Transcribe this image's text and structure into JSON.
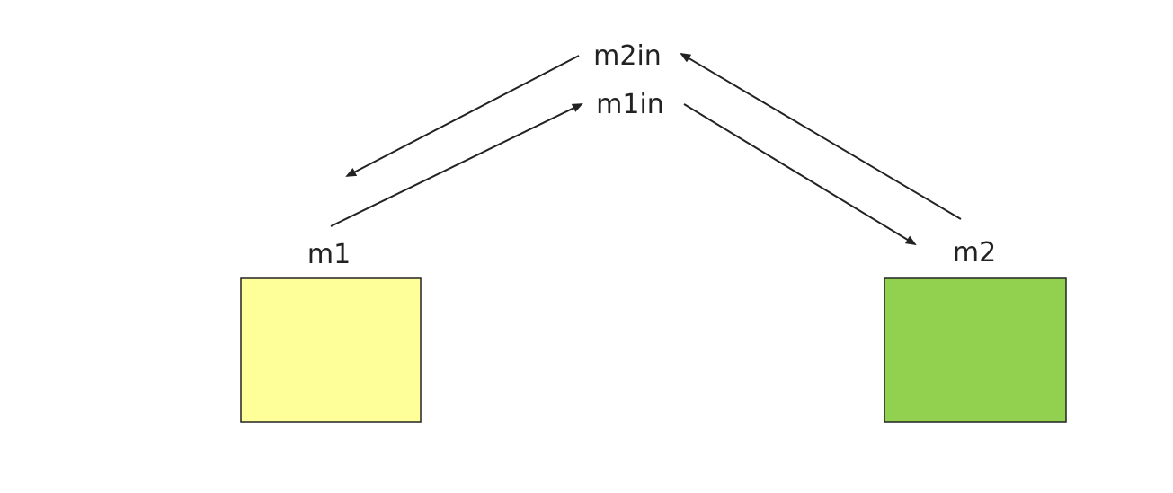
{
  "nodes": {
    "m1": {
      "label": "m1",
      "fill": "#ffff99"
    },
    "m2": {
      "label": "m2",
      "fill": "#92d050"
    }
  },
  "messages": {
    "m2in": {
      "label": "m2in"
    },
    "m1in": {
      "label": "m1in"
    }
  },
  "colors": {
    "stroke": "#222222",
    "text": "#222222",
    "background": "#ffffff"
  }
}
